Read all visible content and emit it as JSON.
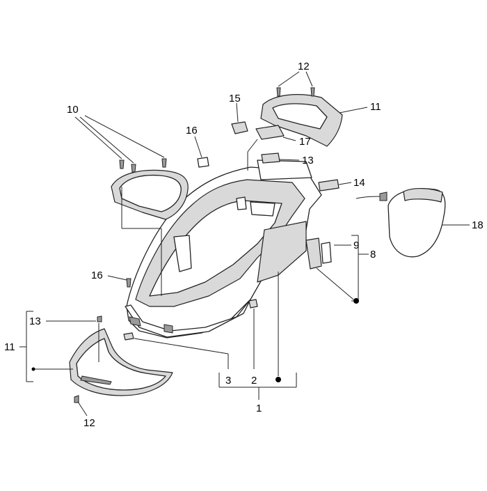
{
  "callouts": {
    "n10": "10",
    "n12_top": "12",
    "n11_top": "11",
    "n15": "15",
    "n16_top": "16",
    "n17": "17",
    "n13_top": "13",
    "n14": "14",
    "n18": "18",
    "n9": "9",
    "n8": "8",
    "n16_left": "16",
    "n13_left": "13",
    "n11_left": "11",
    "n12_bottom": "12",
    "n3": "3",
    "n2": "2",
    "n1": "1"
  }
}
